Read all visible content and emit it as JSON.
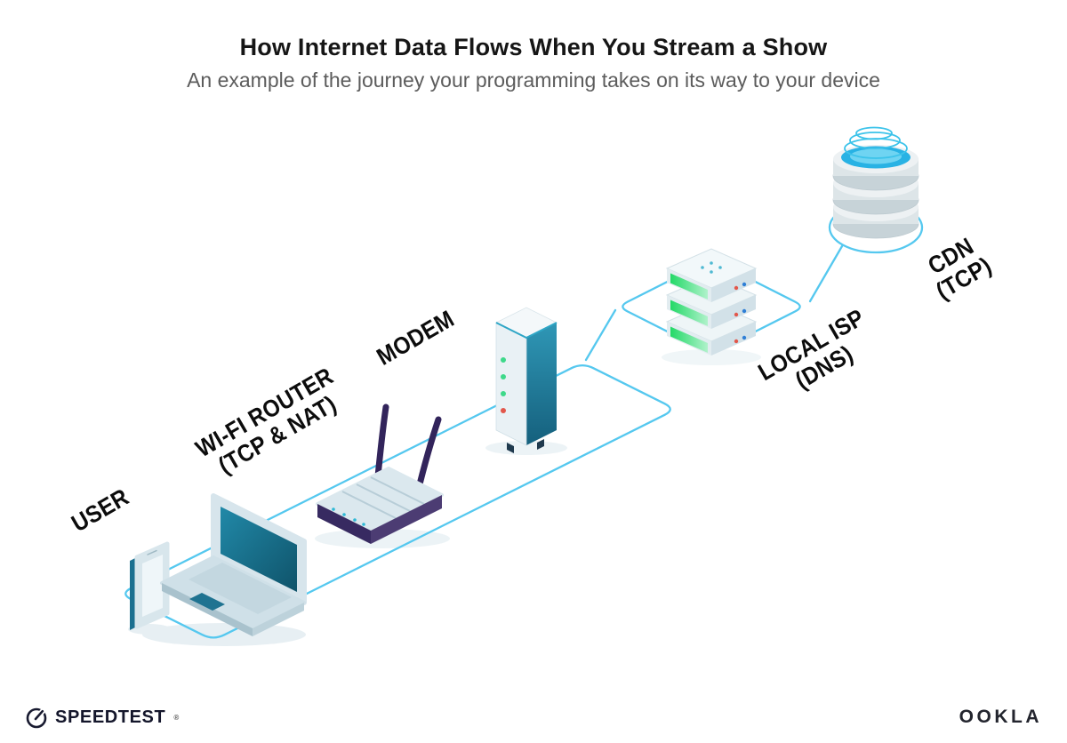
{
  "header": {
    "title": "How Internet Data Flows When You Stream a Show",
    "subtitle": "An example of the journey your programming takes on its way to your device"
  },
  "nodes": {
    "user": {
      "label": "USER",
      "sublabel": ""
    },
    "router": {
      "label": "WI-FI ROUTER",
      "sublabel": "(TCP & NAT)"
    },
    "modem": {
      "label": "MODEM",
      "sublabel": ""
    },
    "isp": {
      "label": "LOCAL ISP",
      "sublabel": "(DNS)"
    },
    "cdn": {
      "label": "CDN",
      "sublabel": "(TCP)"
    }
  },
  "icons": {
    "user_devices": "smartphone-and-laptop-icon",
    "router": "wifi-router-icon",
    "modem": "modem-icon",
    "isp": "server-stack-icon",
    "cdn": "database-cylinder-icon"
  },
  "colors": {
    "path_blue": "#55c8ef",
    "device_teal": "#1b7090",
    "router_purple": "#372a61",
    "led_green": "#3ed98a",
    "led_red": "#e2574b",
    "dot_blue": "#2f7fd6"
  },
  "footer": {
    "speedtest_label": "SPEEDTEST",
    "speedtest_mark": "®",
    "ookla_label": "OOKLA"
  }
}
